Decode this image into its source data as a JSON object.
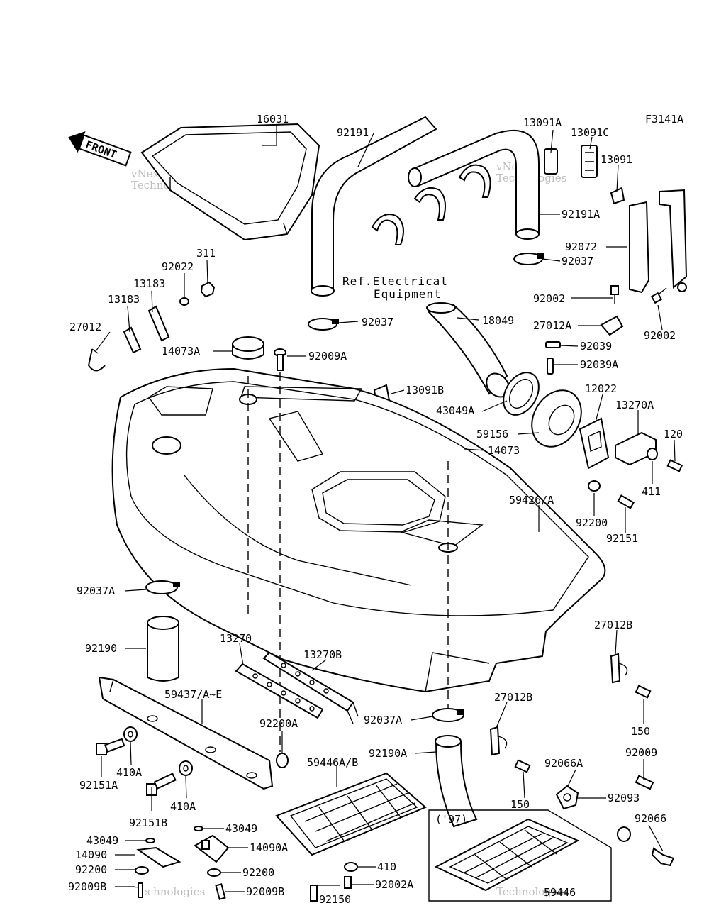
{
  "figure_code": "F3141A",
  "front_marker": "FRONT",
  "ref_note": {
    "line1": "Ref.Electrical",
    "line2": "Equipment"
  },
  "inset_label": "('97)",
  "watermark": {
    "line1": "vNext",
    "line2": "Technologies"
  },
  "part_labels": {
    "p16031": "16031",
    "p92191": "92191",
    "p13091A": "13091A",
    "p13091C": "13091C",
    "p13091": "13091",
    "p92191A": "92191A",
    "p92072": "92072",
    "p92037_top": "92037",
    "p311": "311",
    "p92022": "92022",
    "p13183a": "13183",
    "p13183b": "13183",
    "p27012": "27012",
    "p92037_mid": "92037",
    "p18049": "18049",
    "p92002a": "92002",
    "p92002b": "92002",
    "p27012A": "27012A",
    "p92039": "92039",
    "p92039A": "92039A",
    "p14073A": "14073A",
    "p92009A": "92009A",
    "p13091B": "13091B",
    "p43049A": "43049A",
    "p12022": "12022",
    "p13270A": "13270A",
    "p59156": "59156",
    "p120": "120",
    "p14073": "14073",
    "p411": "411",
    "p59426": "59426/A",
    "p92200a": "92200",
    "p92151": "92151",
    "p92037A_a": "92037A",
    "p92190": "92190",
    "p13270": "13270",
    "p13270B": "13270B",
    "p27012B_a": "27012B",
    "p59437": "59437/A~E",
    "p92200A": "92200A",
    "p27012B_b": "27012B",
    "p92037A_b": "92037A",
    "p150a": "150",
    "p92190A": "92190A",
    "p92009": "92009",
    "p92066A": "92066A",
    "p59446AB": "59446A/B",
    "p410Aa": "410A",
    "p410Ab": "410A",
    "p92151A": "92151A",
    "p92093": "92093",
    "p150b": "150",
    "p92151B": "92151B",
    "p43049a": "43049",
    "p43049b": "43049",
    "p92066": "92066",
    "p14090": "14090",
    "p14090A": "14090A",
    "p92200b": "92200",
    "p92200c": "92200",
    "p410": "410",
    "p92009B_a": "92009B",
    "p92009B_b": "92009B",
    "p92002A": "92002A",
    "p92150": "92150",
    "p59446": "59446"
  }
}
